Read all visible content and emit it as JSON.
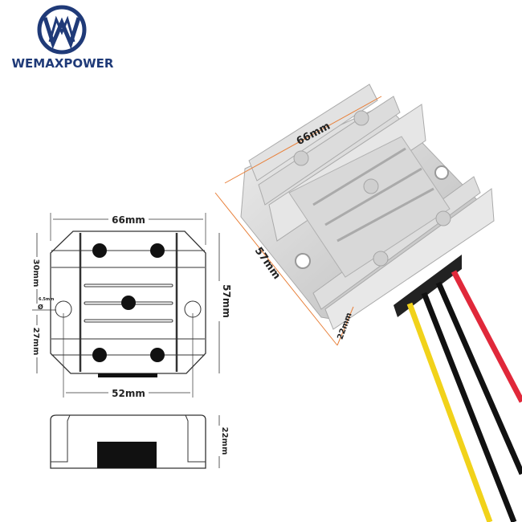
{
  "brand": {
    "name": "WEMAXPOWER",
    "logo_letters": "WM",
    "color": "#1f3a78"
  },
  "drawing": {
    "top_view": {
      "width": "66mm",
      "height": "57mm",
      "upper": "30mm",
      "lower": "27mm",
      "hole": "6.5mm",
      "hole_symbol": "Ø",
      "hole_spacing": "52mm"
    },
    "side_view": {
      "height": "22mm"
    }
  },
  "photo": {
    "width": "66mm",
    "length": "57mm",
    "height": "22mm",
    "dimension_color": "#e8803a",
    "wires": [
      {
        "color": "#f1d21a"
      },
      {
        "color": "#111111"
      },
      {
        "color": "#111111"
      },
      {
        "color": "#e0283a"
      }
    ]
  }
}
